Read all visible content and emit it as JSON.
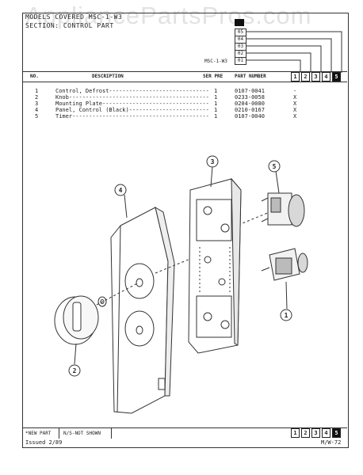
{
  "header": {
    "models_line": "MODELS COVERED  MSC-1-W3",
    "section_line": "SECTION:  CONTROL PART",
    "model_stack": [
      "05",
      "04",
      "03",
      "02",
      "01"
    ],
    "model_code": "MSC-1-W3"
  },
  "table": {
    "columns": {
      "no": "NO.",
      "description": "DESCRIPTION",
      "ser_pre": "SER PRE",
      "part_number": "PART NUMBER"
    },
    "badges": [
      "1",
      "2",
      "3",
      "4",
      "5"
    ],
    "rows": [
      {
        "no": "1",
        "description": "Control, Defrost------------------------------",
        "qty": "1",
        "part": "0107-0041",
        "mark": "-"
      },
      {
        "no": "2",
        "description": "Knob------------------------------------------",
        "qty": "1",
        "part": "0233-0058",
        "mark": "X"
      },
      {
        "no": "3",
        "description": "Mounting Plate--------------------------------",
        "qty": "1",
        "part": "0204-0080",
        "mark": "X"
      },
      {
        "no": "4",
        "description": "Panel, Control (Black)------------------------",
        "qty": "1",
        "part": "0210-0167",
        "mark": "X"
      },
      {
        "no": "5",
        "description": "Timer-----------------------------------------",
        "qty": "1",
        "part": "0107-0040",
        "mark": "X"
      }
    ]
  },
  "diagram": {
    "callouts": [
      "1",
      "2",
      "3",
      "4",
      "5"
    ]
  },
  "footer": {
    "new_part": "*NEW PART",
    "not_shown": "N/S-NOT SHOWN",
    "issued": "Issued 2/89",
    "page_code": "M/W-72",
    "badges": [
      "1",
      "2",
      "3",
      "4",
      "5"
    ]
  },
  "watermark": "AppliancePartsPros.com",
  "colors": {
    "ink": "#222222",
    "watermark": "#969696"
  }
}
